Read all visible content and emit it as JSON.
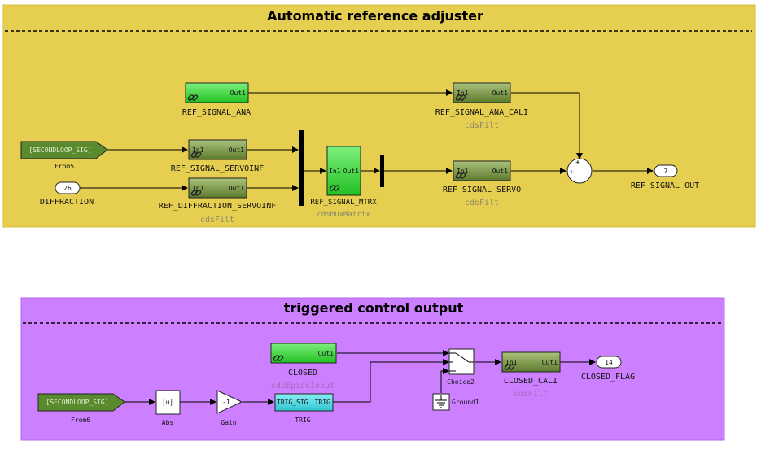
{
  "areas": {
    "top": {
      "title": "Automatic reference adjuster"
    },
    "bottom": {
      "title": "triggered control output"
    }
  },
  "colors": {
    "top_area": "#e6cf50",
    "bottom_area": "#cc80ff",
    "green_block": "#35d435",
    "olive_block": "#6d8a3e",
    "goto_from": "#5a8a2e",
    "trig_block": "#4fd8e0"
  },
  "icons": [
    "link-icon",
    "sum-icon",
    "mux-bar-icon",
    "switch-icon",
    "ground-icon",
    "abs-icon",
    "gain-icon"
  ],
  "blocks": {
    "ref_signal_ana": {
      "port_out": "Out1",
      "label": "REF_SIGNAL_ANA"
    },
    "ref_signal_ana_cali": {
      "port_in": "In1",
      "port_out": "Out1",
      "label": "REF_SIGNAL_ANA_CALI",
      "sub": "cdsFilt"
    },
    "from5": {
      "tag": "[SECONDLOOP_SIG]",
      "label": "From5"
    },
    "ref_signal_servoinf": {
      "port_in": "In1",
      "port_out": "Out1",
      "label": "REF_SIGNAL_SERVOINF"
    },
    "diffraction": {
      "number": "26",
      "label": "DIFFRACTION"
    },
    "ref_diffraction_servoinf": {
      "port_in": "In1",
      "port_out": "Out1",
      "label": "REF_DIFFRACTION_SERVOINF",
      "sub": "cdsFilt"
    },
    "ref_signal_mtrx": {
      "port_in": "In1",
      "port_out": "Out1",
      "label": "REF_SIGNAL_MTRX",
      "sub": "cdsMuxMatrix"
    },
    "ref_signal_servo": {
      "port_in": "In1",
      "port_out": "Out1",
      "label": "REF_SIGNAL_SERVO",
      "sub": "cdsFilt"
    },
    "ref_signal_out": {
      "number": "7",
      "label": "REF_SIGNAL_OUT"
    },
    "closed": {
      "port_out": "Out1",
      "label": "CLOSED",
      "sub": "cdsEpicsInput"
    },
    "from6": {
      "tag": "[SECONDLOOP_SIG]",
      "label": "From6"
    },
    "abs": {
      "symbol": "|u|",
      "label": "Abs"
    },
    "gain": {
      "symbol": "-1",
      "label": "Gain"
    },
    "trig": {
      "port_in": "TRIG_SIG",
      "port_out": "TRIG",
      "label": "TRIG"
    },
    "choice2": {
      "label": "Choice2"
    },
    "ground1": {
      "label": "Ground1"
    },
    "closed_cali": {
      "port_in": "In1",
      "port_out": "Out1",
      "label": "CLOSED_CALI",
      "sub": "cdsFilt"
    },
    "closed_flag": {
      "number": "14",
      "label": "CLOSED_FLAG"
    }
  }
}
